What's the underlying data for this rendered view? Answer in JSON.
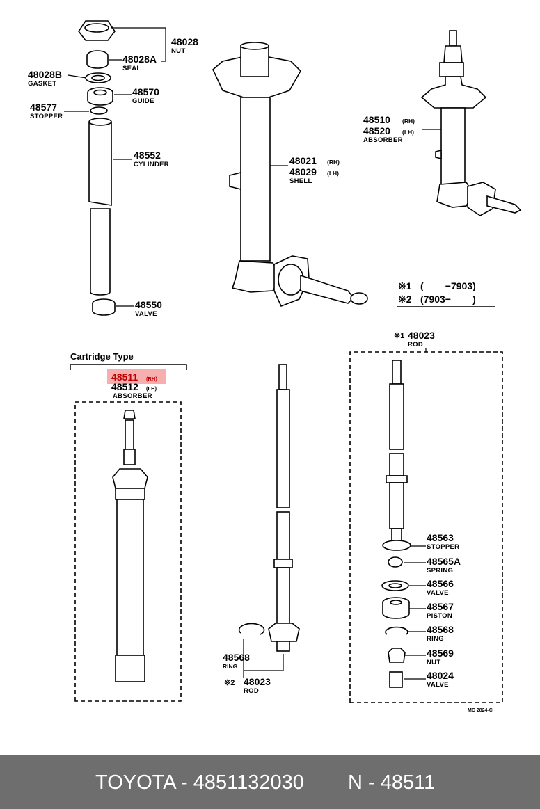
{
  "parts": {
    "p48028": {
      "num": "48028",
      "desc": "NUT"
    },
    "p48028A": {
      "num": "48028A",
      "desc": "SEAL"
    },
    "p48028B": {
      "num": "48028B",
      "desc": "GASKET"
    },
    "p48570": {
      "num": "48570",
      "desc": "GUIDE"
    },
    "p48577": {
      "num": "48577",
      "desc": "STOPPER"
    },
    "p48552": {
      "num": "48552",
      "desc": "CYLINDER"
    },
    "p48550": {
      "num": "48550",
      "desc": "VALVE"
    },
    "shell": {
      "num_rh": "48021",
      "rh": "(RH)",
      "num_lh": "48029",
      "lh": "(LH)",
      "desc": "SHELL"
    },
    "absorber_top": {
      "num_rh": "48510",
      "rh": "(RH)",
      "num_lh": "48520",
      "lh": "(LH)",
      "desc": "ABSORBER"
    },
    "cartridge": {
      "title": "Cartridge Type",
      "num_rh": "48511",
      "rh": "(RH)",
      "num_lh": "48512",
      "lh": "(LH)",
      "desc": "ABSORBER"
    },
    "rod_right": {
      "mark": "※1",
      "num": "48023",
      "desc": "ROD"
    },
    "rod_center": {
      "mark": "※2",
      "num": "48023",
      "desc": "ROD"
    },
    "ring_center": {
      "num": "48568",
      "desc": "RING"
    },
    "p48563": {
      "num": "48563",
      "desc": "STOPPER"
    },
    "p48565A": {
      "num": "48565A",
      "desc": "SPRING"
    },
    "p48566": {
      "num": "48566",
      "desc": "VALVE"
    },
    "p48567": {
      "num": "48567",
      "desc": "PISTON"
    },
    "p48568": {
      "num": "48568",
      "desc": "RING"
    },
    "p48569": {
      "num": "48569",
      "desc": "NUT"
    },
    "p48024": {
      "num": "48024",
      "desc": "VALVE"
    }
  },
  "legend": {
    "row1": {
      "mark": "※1",
      "text": "(        −7903)"
    },
    "row2": {
      "mark": "※2",
      "text": "(7903−        )"
    }
  },
  "diagram_code": "MC 2824-C",
  "highlight_color": "#f28b8b",
  "footer": {
    "brand_part": "TOYOTA - 4851132030",
    "ref": "N - 48511"
  }
}
